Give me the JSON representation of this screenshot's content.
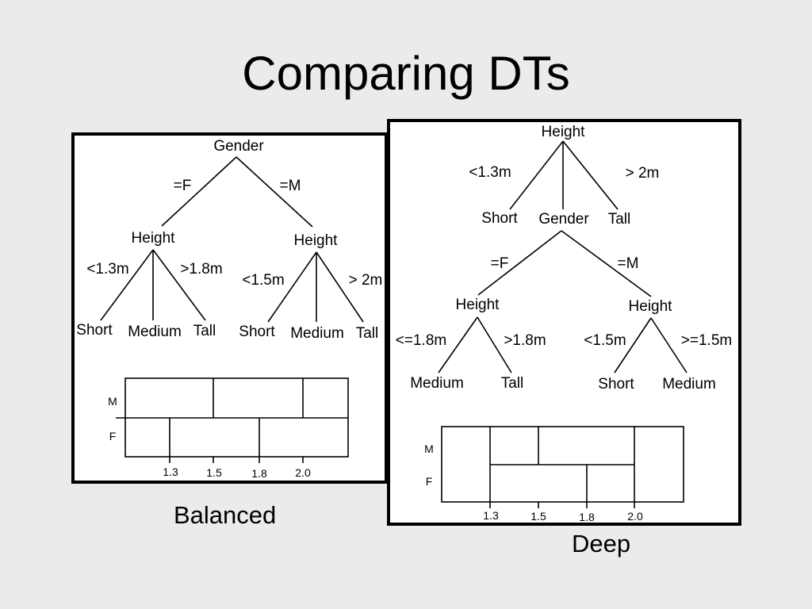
{
  "slide": {
    "title": "Comparing DTs",
    "captions": {
      "balanced": "Balanced",
      "deep": "Deep"
    }
  },
  "balanced_tree": {
    "root": "Gender",
    "root_edges": [
      "=F",
      "=M"
    ],
    "left": {
      "node": "Height",
      "edges": [
        "<1.3m",
        ">1.8m"
      ],
      "leaves": [
        "Short",
        "Medium",
        "Tall"
      ]
    },
    "right": {
      "node": "Height",
      "edges": [
        "<1.5m",
        "> 2m"
      ],
      "leaves": [
        "Short",
        "Medium",
        "Tall"
      ]
    },
    "grid": {
      "rows": [
        "M",
        "F"
      ],
      "ticks": [
        "1.3",
        "1.5",
        "1.8",
        "2.0"
      ]
    }
  },
  "deep_tree": {
    "root": "Height",
    "root_edges": [
      "<1.3m",
      "> 2m"
    ],
    "root_leaves": [
      "Short",
      "Tall"
    ],
    "middle": "Gender",
    "gender_edges": [
      "=F",
      "=M"
    ],
    "left": {
      "node": "Height",
      "edges": [
        "<=1.8m",
        ">1.8m"
      ],
      "leaves": [
        "Medium",
        "Tall"
      ]
    },
    "right": {
      "node": "Height",
      "edges": [
        "<1.5m",
        ">=1.5m"
      ],
      "leaves": [
        "Short",
        "Medium"
      ]
    },
    "grid": {
      "rows": [
        "M",
        "F"
      ],
      "ticks": [
        "1.3",
        "1.5",
        "1.8",
        "2.0"
      ]
    }
  }
}
